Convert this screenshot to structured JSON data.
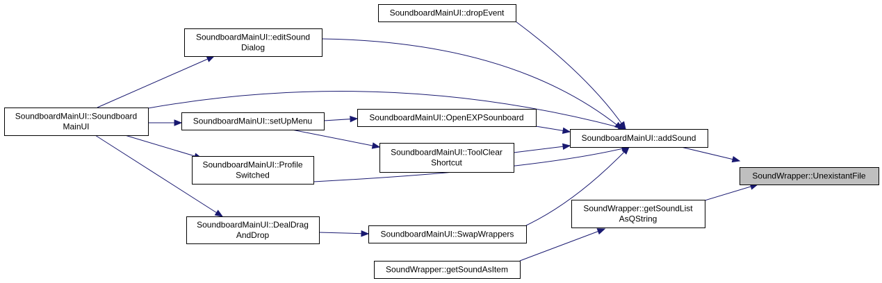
{
  "diagram": {
    "edge_color": "#191970",
    "focus_fill": "#bfbfbf",
    "nodes": {
      "unexistant_file": [
        "SoundWrapper::UnexistantFile"
      ],
      "add_sound": [
        "SoundboardMainUI::addSound"
      ],
      "get_sound_list": [
        "SoundWrapper::getSoundList",
        "AsQString"
      ],
      "drop_event": [
        "SoundboardMainUI::dropEvent"
      ],
      "edit_sound_dialog": [
        "SoundboardMainUI::editSound",
        "Dialog"
      ],
      "main_ui": [
        "SoundboardMainUI::Soundboard",
        "MainUI"
      ],
      "set_up_menu": [
        "SoundboardMainUI::setUpMenu"
      ],
      "open_exp": [
        "SoundboardMainUI::OpenEXPSounboard"
      ],
      "tool_clear": [
        "SoundboardMainUI::ToolClear",
        "Shortcut"
      ],
      "profile_switched": [
        "SoundboardMainUI::Profile",
        "Switched"
      ],
      "deal_drag": [
        "SoundboardMainUI::DealDrag",
        "AndDrop"
      ],
      "swap_wrappers": [
        "SoundboardMainUI::SwapWrappers"
      ],
      "get_sound_as_item": [
        "SoundWrapper::getSoundAsItem"
      ]
    },
    "edges": [
      [
        "add_sound",
        "unexistant_file"
      ],
      [
        "get_sound_list",
        "unexistant_file"
      ],
      [
        "drop_event",
        "add_sound"
      ],
      [
        "edit_sound_dialog",
        "add_sound"
      ],
      [
        "main_ui",
        "add_sound"
      ],
      [
        "open_exp",
        "add_sound"
      ],
      [
        "tool_clear",
        "add_sound"
      ],
      [
        "profile_switched",
        "add_sound"
      ],
      [
        "swap_wrappers",
        "add_sound"
      ],
      [
        "main_ui",
        "edit_sound_dialog"
      ],
      [
        "main_ui",
        "set_up_menu"
      ],
      [
        "main_ui",
        "profile_switched"
      ],
      [
        "main_ui",
        "deal_drag"
      ],
      [
        "set_up_menu",
        "open_exp"
      ],
      [
        "set_up_menu",
        "tool_clear"
      ],
      [
        "deal_drag",
        "swap_wrappers"
      ],
      [
        "get_sound_as_item",
        "get_sound_list"
      ]
    ]
  }
}
